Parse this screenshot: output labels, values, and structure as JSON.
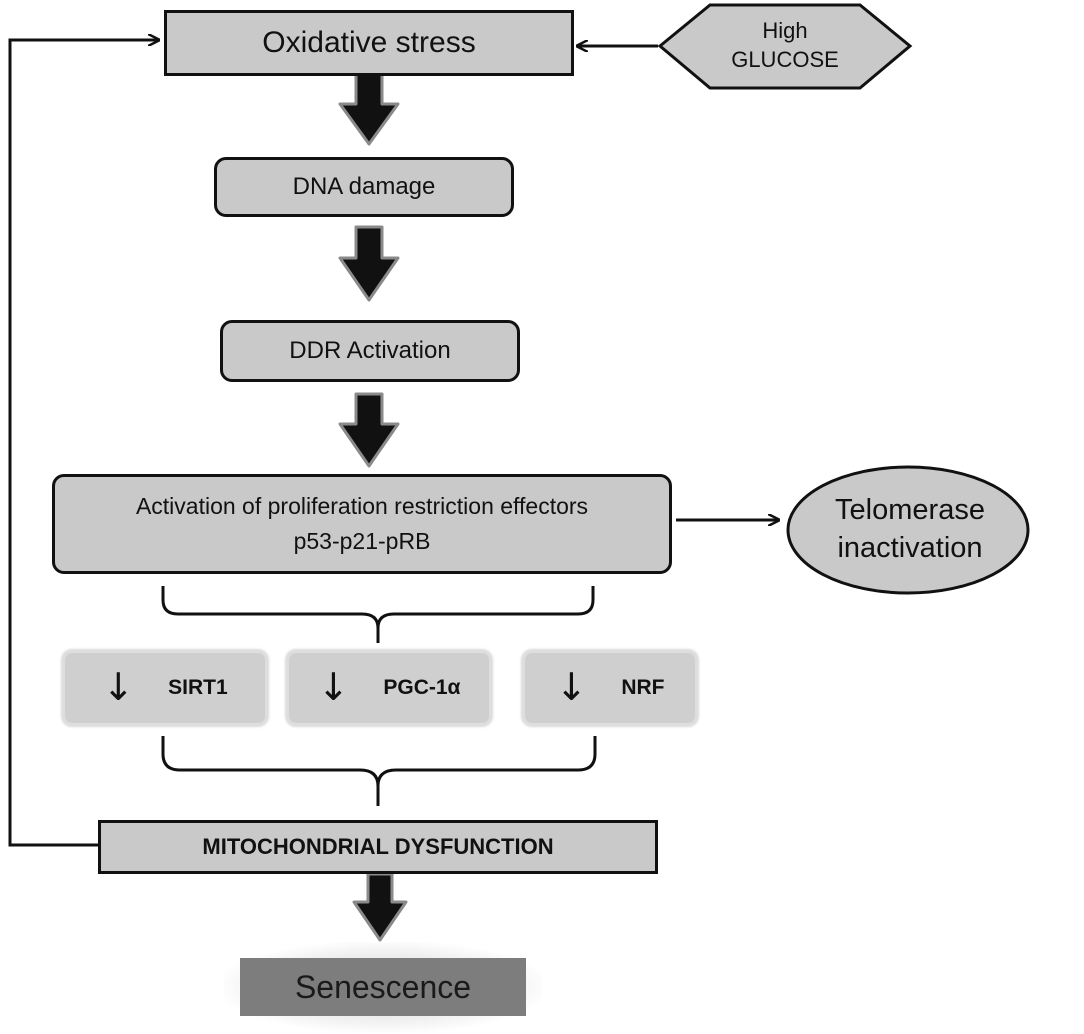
{
  "nodes": {
    "oxidative_stress": "Oxidative stress",
    "high_glucose": [
      "High",
      "GLUCOSE"
    ],
    "dna_damage": "DNA damage",
    "ddr_activation": "DDR Activation",
    "proliferation": [
      "Activation of proliferation restriction effectors",
      "p53-p21-pRB"
    ],
    "telomerase": [
      "Telomerase",
      "inactivation"
    ],
    "sirt1": "SIRT1",
    "pgc1a": "PGC-1α",
    "nrf": "NRF",
    "mito": "MITOCHONDRIAL DYSFUNCTION",
    "senescence": "Senescence"
  },
  "colors": {
    "box_fill": "#c9c9c9",
    "soft_box_fill": "#cfcfcf",
    "senescence_fill": "#7d7d7d",
    "block_arrow": "#111111",
    "block_arrow_edge": "#8a8a8a"
  },
  "icons": {
    "down_arrow": "↓"
  }
}
